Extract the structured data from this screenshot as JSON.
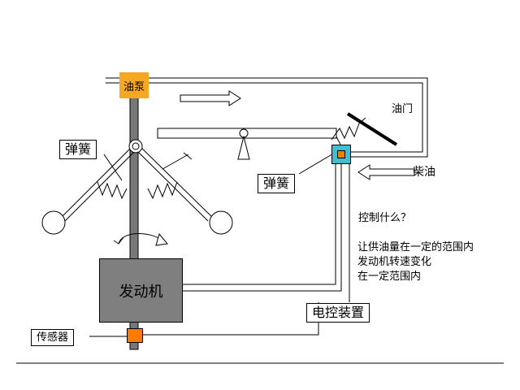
{
  "labels": {
    "pump": "油泵",
    "throttle": "油门",
    "spring_left": "弹簧",
    "spring_right": "弹簧",
    "diesel": "柴油",
    "engine": "发动机",
    "sensor": "传感器",
    "ecu": "电控装置"
  },
  "notes": {
    "question": "控制什么？",
    "answer_line1": "让供油量在一定的范围内",
    "answer_line2": "发动机转速变化",
    "answer_line3": "在一定范围内"
  },
  "colors": {
    "pump": "#f7a823",
    "engine": "#7f7f7f",
    "sensor": "#ff7a00",
    "valve": "#3fbfd0"
  }
}
